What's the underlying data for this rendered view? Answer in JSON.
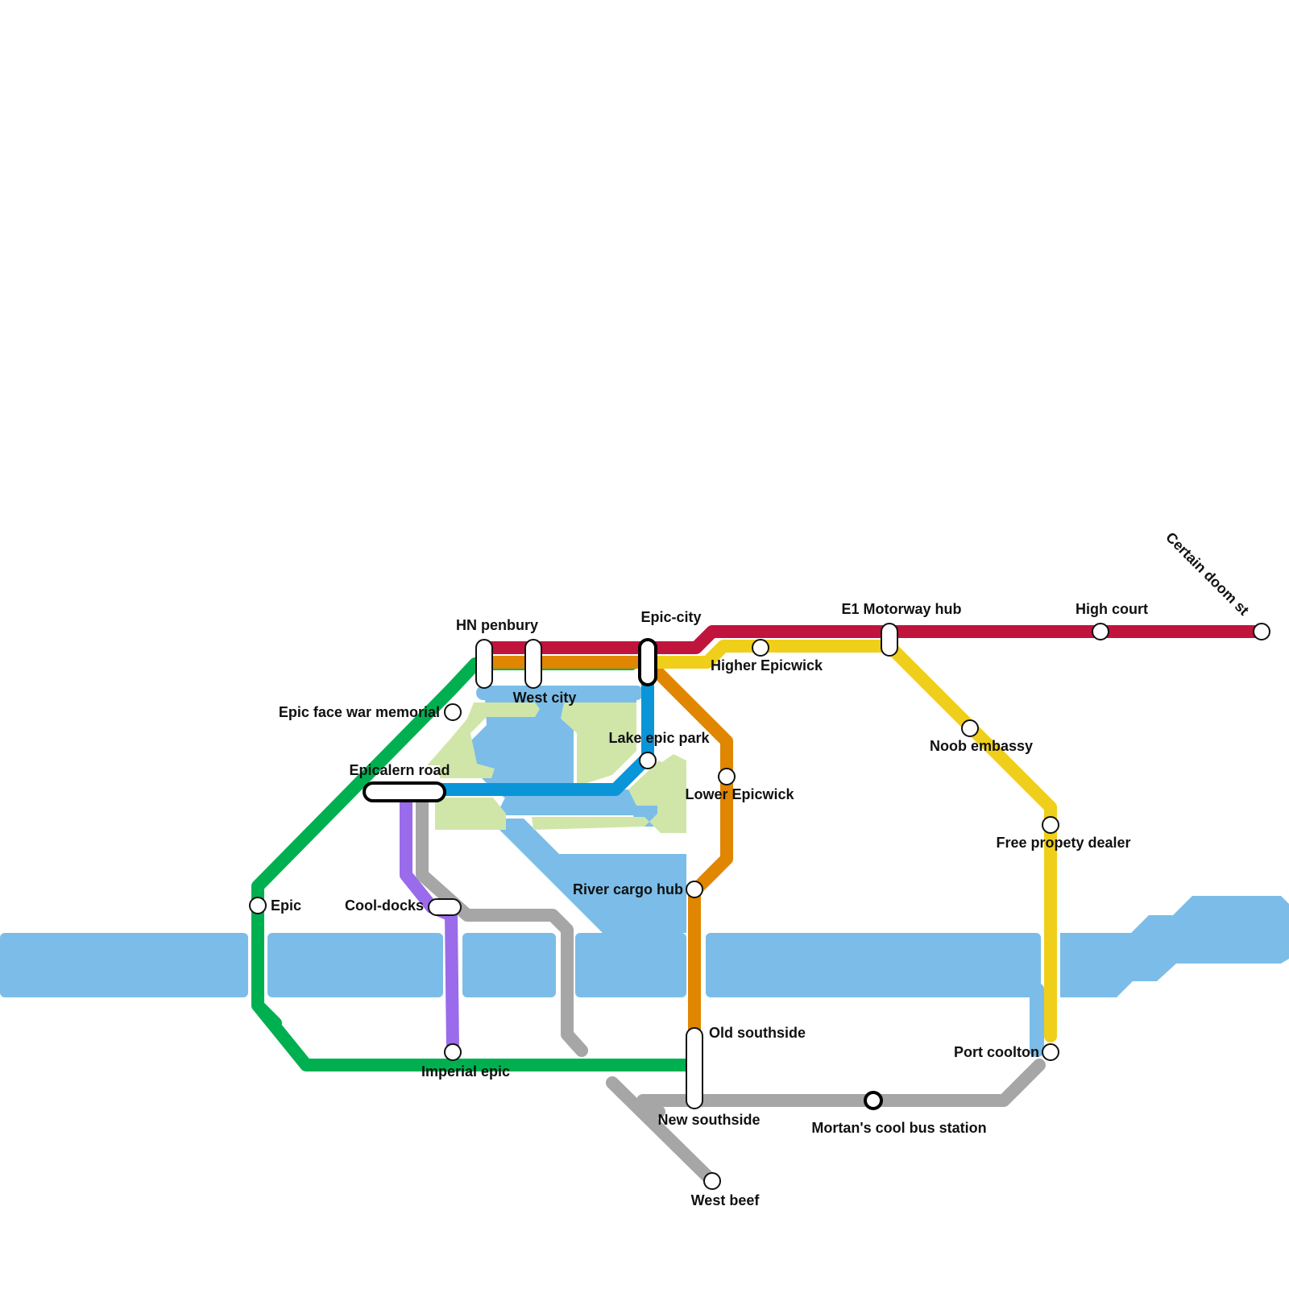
{
  "colors": {
    "background": "#ffffff",
    "water": "#7bbde8",
    "park": "#d0e6a9",
    "red_line": "#c0143c",
    "orange_line": "#e08600",
    "green_line": "#00b050",
    "blue_line": "#0a95d8",
    "yellow_line": "#f0cf1a",
    "purple_line": "#9a6bea",
    "grey_line": "#a6a6a6"
  },
  "lines": [
    {
      "id": "red",
      "color": "#c0143c"
    },
    {
      "id": "orange",
      "color": "#e08600"
    },
    {
      "id": "green",
      "color": "#00b050"
    },
    {
      "id": "blue",
      "color": "#0a95d8"
    },
    {
      "id": "yellow",
      "color": "#f0cf1a"
    },
    {
      "id": "purple",
      "color": "#9a6bea"
    },
    {
      "id": "grey",
      "color": "#a6a6a6"
    }
  ],
  "stations": {
    "hn_penbury": "HN penbury",
    "epic_city": "Epic-city",
    "e1_motorway_hub": "E1 Motorway hub",
    "high_court": "High court",
    "certain_doom_st": "Certain doom st",
    "higher_epicwick": "Higher Epicwick",
    "west_city": "West city",
    "epic_face_war_memorial": "Epic face war memorial",
    "lake_epic_park": "Lake epic park",
    "noob_embassy": "Noob embassy",
    "epicalern_road": "Epicalern road",
    "lower_epicwick": "Lower Epicwick",
    "free_propety_dealer": "Free propety dealer",
    "river_cargo_hub": "River cargo hub",
    "epic": "Epic",
    "cool_docks": "Cool-docks",
    "old_southside": "Old southside",
    "port_coolton": "Port coolton",
    "imperial_epic": "Imperial epic",
    "new_southside": "New southside",
    "mortans_cool_bus_station": "Mortan's cool bus station",
    "west_beef": "West beef"
  }
}
